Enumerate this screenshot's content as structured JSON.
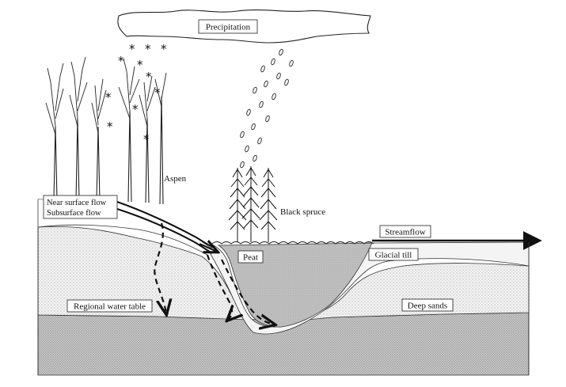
{
  "labels": {
    "precipitation": "Precipitation",
    "aspen": "Aspen",
    "black_spruce": "Black spruce",
    "near_surface_flow": "Near surface flow",
    "subsurface_flow": "Subsurface flow",
    "streamflow": "Streamflow",
    "peat": "Peat",
    "glacial_till": "Glacial till",
    "regional_water_table": "Regional water table",
    "deep_sands": "Deep sands"
  },
  "colors": {
    "peat": "#bdbdbd",
    "deep_sands": "#ececec",
    "regional_groundwater": "#c4c4c4",
    "glacial_till": "#f4f4f4",
    "ink": "#111111"
  },
  "icons": {
    "snow": "snowflake-asterisk-icon",
    "rain": "raindrop-icon",
    "cloud": "cloud-icon",
    "aspen": "aspen-tree-icon",
    "spruce": "spruce-tree-icon",
    "flow_arrow": "arrow-right-icon"
  }
}
